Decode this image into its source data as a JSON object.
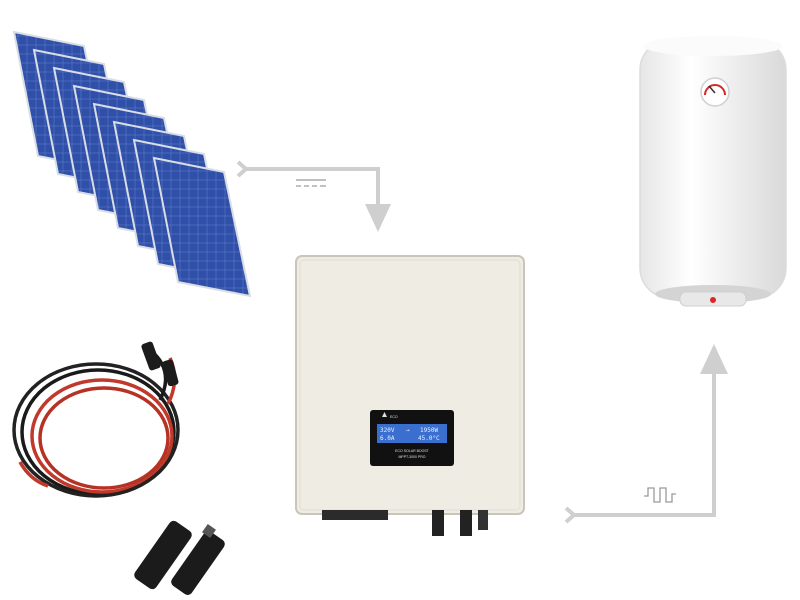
{
  "diagram": {
    "arrow_color": "#cfcfcf",
    "dc_symbol": "dc-symbol",
    "ac_symbol": "ac-square-wave-symbol"
  },
  "inverter": {
    "body_color": "#efece4",
    "display": {
      "brand_icon": "triangle-logo-icon",
      "row1_left": "320V",
      "row1_mid": "→",
      "row1_right": "1950W",
      "row2_left": "6.0A",
      "row2_right": "45.0°C",
      "label_line1": "ECO SOLAR BOOST",
      "label_line2": "MPPT-3000 PRO"
    }
  },
  "boiler": {
    "body_color": "#f7f7f7",
    "icon": "thermometer-dial-icon"
  },
  "panels": {
    "count": 8,
    "cell_color": "#2f4fa8",
    "frame_color": "#d9dde6"
  },
  "cable": {
    "colors": [
      "#1a1a1a",
      "#c0392b"
    ]
  },
  "connectors": {
    "icon": "mc4-connector-icon"
  }
}
